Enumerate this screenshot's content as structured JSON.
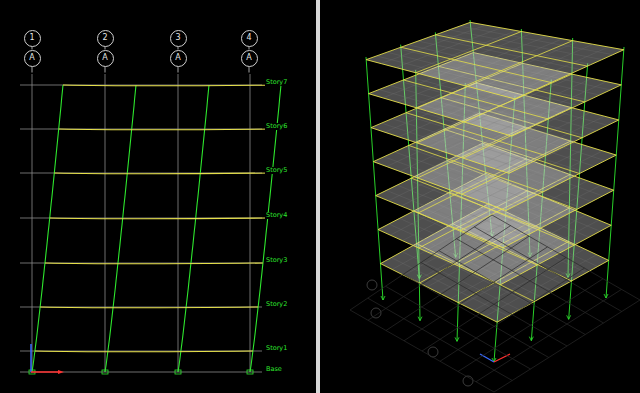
{
  "diagram": {
    "nodes": [
      {
        "text": [
          "1"
        ]
      },
      {
        "text": [
          "A"
        ]
      },
      {
        "text": [
          "2"
        ]
      },
      {
        "text": [
          "A"
        ]
      },
      {
        "text": [
          "3"
        ]
      },
      {
        "text": [
          "A"
        ]
      },
      {
        "text": [
          "4"
        ]
      },
      {
        "text": [
          "A"
        ]
      }
    ],
    "labels": [
      "Story7",
      "Story6",
      "Story5",
      "Story4",
      "Story3",
      "Story2",
      "Story1",
      "Base"
    ]
  }
}
